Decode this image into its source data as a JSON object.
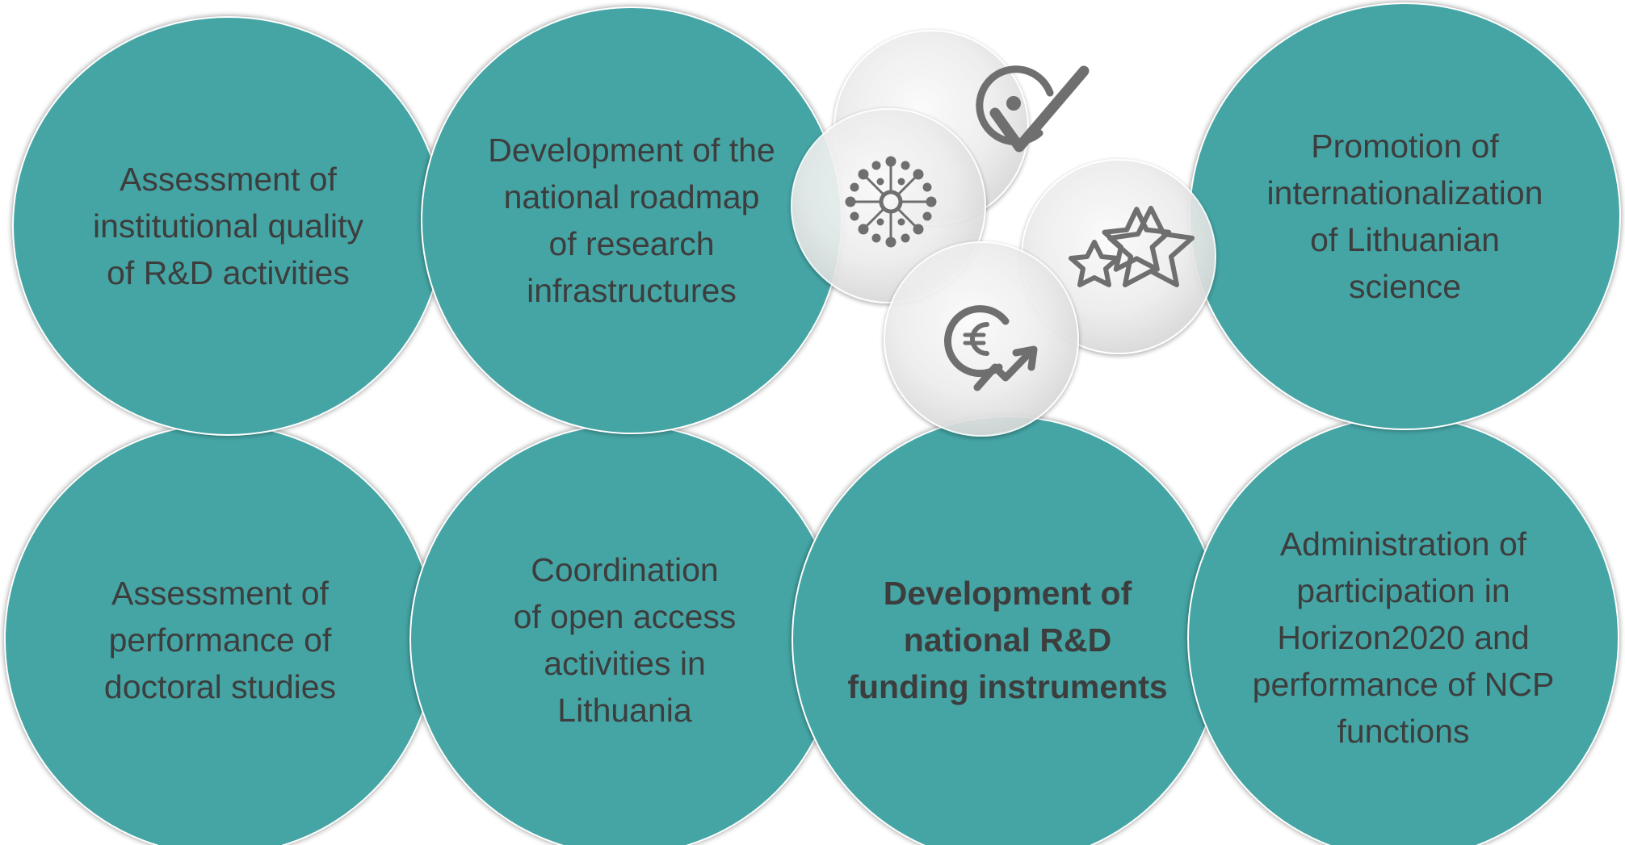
{
  "colors": {
    "circle_fill": "#45a5a5",
    "circle_text": "#3d3d3d",
    "icon_bubble": "#e9e9e9",
    "icon_glyph": "#6f6f6f"
  },
  "diagram": {
    "top_row": [
      {
        "label": "Assessment of\ninstitutional quality\nof R&D activities",
        "emphasis": false
      },
      {
        "label": "Development of the\nnational roadmap\nof research\ninfrastructures",
        "emphasis": false
      },
      {
        "label": "Promotion of\ninternationalization\nof Lithuanian\nscience",
        "emphasis": false
      }
    ],
    "bottom_row": [
      {
        "label": "Assessment of\nperformance of\ndoctoral studies",
        "emphasis": false
      },
      {
        "label": "Coordination\nof open access\nactivities in\nLithuania",
        "emphasis": false
      },
      {
        "label": "Development of\nnational R&D\nfunding instruments",
        "emphasis": true
      },
      {
        "label": "Administration of\nparticipation in\nHorizon2020 and\nperformance of NCP\nfunctions",
        "emphasis": false
      }
    ],
    "icon_cluster": [
      {
        "icon": "checkmark-person-icon"
      },
      {
        "icon": "network-nodes-icon"
      },
      {
        "icon": "stars-icon"
      },
      {
        "icon": "euro-growth-icon"
      }
    ]
  }
}
